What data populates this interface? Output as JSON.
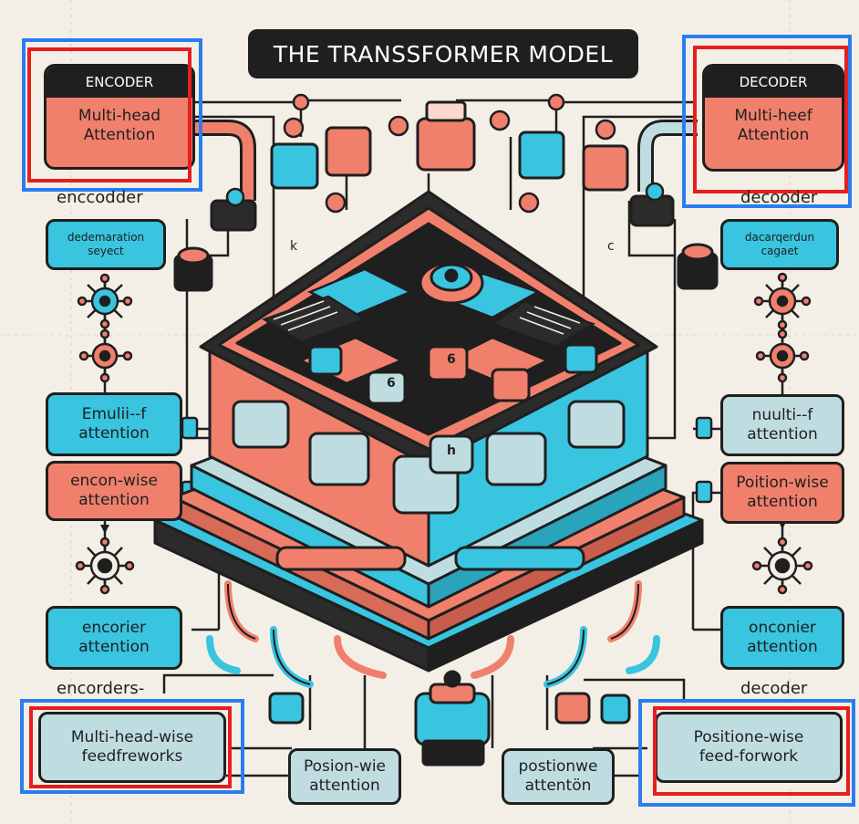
{
  "title": "THE TRANSSFORMER MODEL",
  "left": {
    "encoder_card": {
      "header": "ENCODER",
      "body": "Multi-head\nAttention"
    },
    "caption_top": "enccodder",
    "box_1": "dedemaration\nseyect",
    "marker": "k",
    "box_2": "Emulii--f\nattention",
    "box_3": "encon-wise\nattention",
    "box_4": "encorier\nattention",
    "caption_bottom": "encorders-",
    "bottom_box": "Multi-head-wise\nfeedfreworks"
  },
  "right": {
    "decoder_card": {
      "header": "DECODER",
      "body": "Multi-heef\nAttention"
    },
    "caption_top": "decooder",
    "box_1": "dacarqerdun\ncagaet",
    "marker": "c",
    "box_2": "nuulti--f\nattention",
    "box_3": "Poition-wise\nattention",
    "box_4": "onconier\nattention",
    "caption_bottom": "decoder",
    "bottom_box": "Positione-wise\nfeed-forwork"
  },
  "center_bottom": {
    "box_left": "Posion-wie\nattention",
    "box_right": "postionwe\nattentön"
  },
  "core_labels": [
    "6",
    "h",
    "6"
  ],
  "colors": {
    "background": "#f3efe6",
    "dark": "#1f1f1f",
    "cyan": "#39c4e0",
    "salmon": "#f0806c",
    "pale": "#bfdde0",
    "highlight_blue": "#2a7df0",
    "highlight_red": "#e61e1e"
  }
}
